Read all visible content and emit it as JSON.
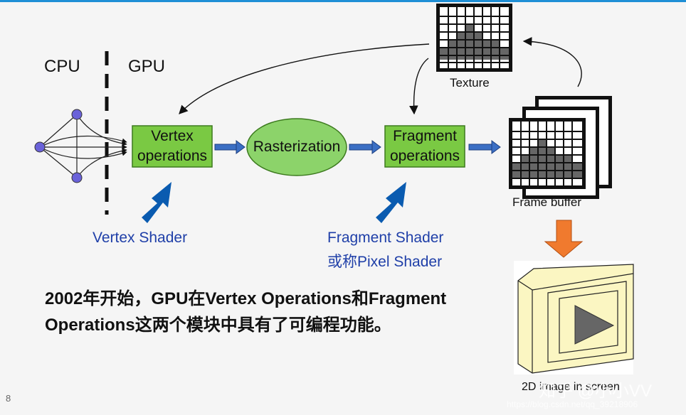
{
  "labels": {
    "cpu": "CPU",
    "gpu": "GPU",
    "vertex_box": "Vertex operations",
    "rasterization": "Rasterization",
    "fragment_box": "Fragment operations",
    "texture": "Texture",
    "frame_buffer": "Frame buffer",
    "screen_caption": "2D image in screen"
  },
  "shaders": {
    "vertex": "Vertex Shader",
    "fragment_line1": "Fragment Shader",
    "fragment_line2": "或称Pixel Shader"
  },
  "body_text": "2002年开始，GPU在Vertex Operations和Fragment Operations这两个模块中具有了可编程功能。",
  "page_number": "8",
  "watermark": {
    "text": "知乎 @小小VV",
    "url": "https://blog.csdn.net/qq_39218906"
  },
  "colors": {
    "box_green": "#7ac943",
    "ellipse_green": "#8cd36a",
    "shader_blue": "#1f3fa8",
    "arrow_blue": "#0a5bb0",
    "node_purple": "#6a62d9",
    "down_arrow_orange": "#f07a2e",
    "monitor_yellow": "#fbf6c2"
  }
}
